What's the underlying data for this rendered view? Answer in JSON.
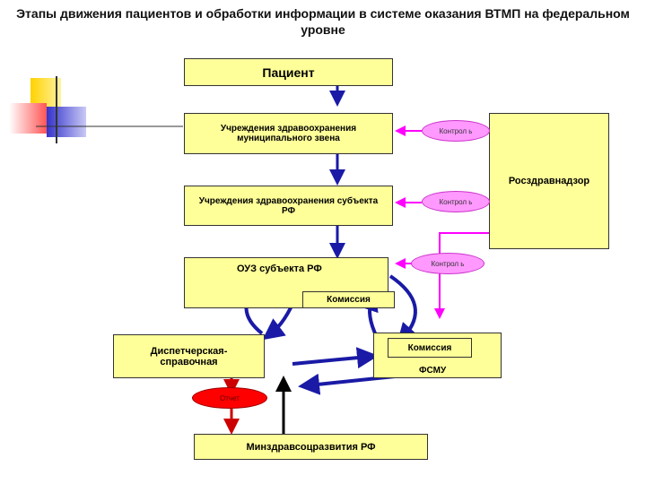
{
  "title": "Этапы движения пациентов и обработки информации в системе оказания ВТМП на федеральном уровне",
  "boxes": {
    "patient": "Пациент",
    "municipal": "Учреждения здравоохранения муниципального звена",
    "subject": "Учреждения здравоохранения субъекта РФ",
    "ouz": "ОУЗ субъекта РФ",
    "commission_ouz": "Комиссия",
    "dispatch": "Диспетчерская-справочная",
    "commission_fsmu": "Комиссия",
    "fsmu": "ФСМУ",
    "ministry": "Минздравсоцразвития РФ",
    "roszdrav": "Росздравнадзор"
  },
  "ellipses": {
    "control_1": "Контрол ь",
    "control_2": "Контрол ь",
    "control_3": "Контрол ь",
    "report": "Отчет"
  },
  "colors": {
    "box_fill": "#ffff99",
    "arrow_navy": "#1a1aa6",
    "arrow_magenta": "#ff00ff",
    "ellipse_pink": "#ff99ff",
    "ellipse_red": "#ff0000",
    "arrow_dark": "#000000"
  }
}
